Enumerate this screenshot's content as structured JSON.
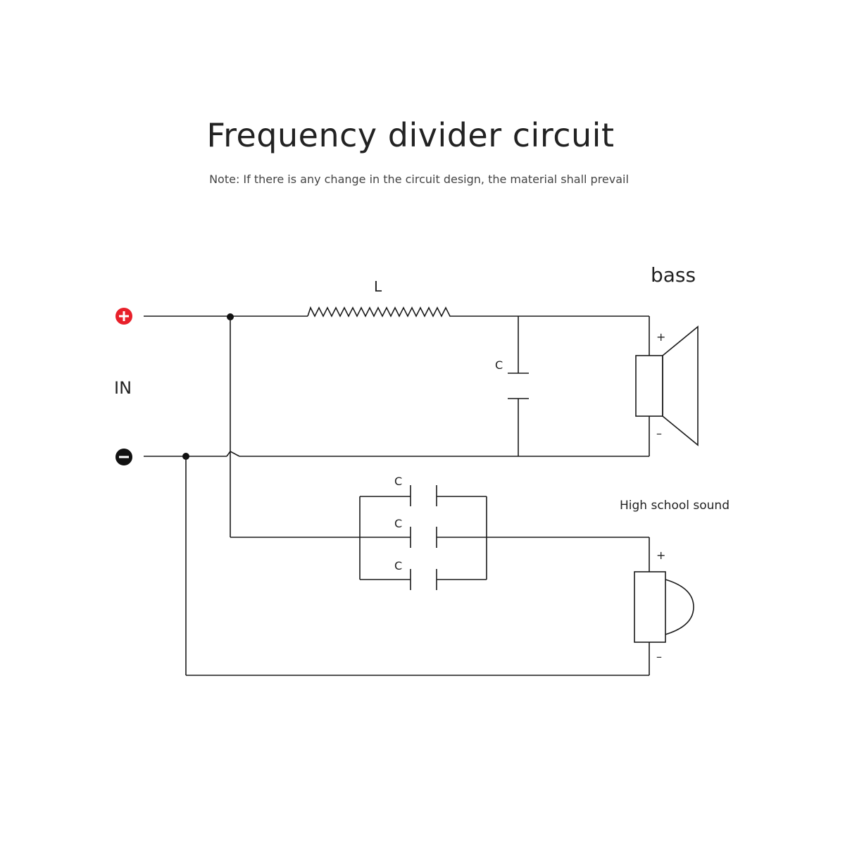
{
  "header": {
    "title": "Frequency divider circuit",
    "note": "Note: If there is any change in the circuit design, the material shall prevail"
  },
  "diagram": {
    "input_label": "IN",
    "inductor_label": "L",
    "bass_capacitor_label": "C",
    "tweeter_capacitors": [
      "C",
      "C",
      "C"
    ],
    "woofer_label": "bass",
    "tweeter_label": "High school sound",
    "woofer_plus": "+",
    "woofer_minus": "–",
    "tweeter_plus": "+",
    "tweeter_minus": "–",
    "terminal_color_positive": "#e8202a",
    "terminal_color_negative": "#111111"
  }
}
